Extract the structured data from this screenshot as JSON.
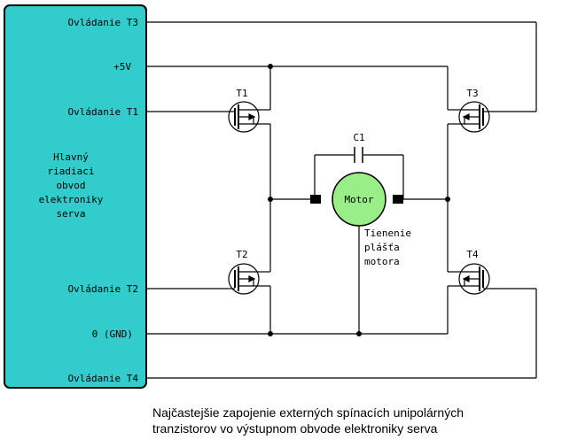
{
  "left_block": {
    "lines": [
      "Hlavný",
      "riadiaci",
      "obvod",
      "elektroniky",
      "serva"
    ]
  },
  "ports": {
    "ctrl_t3": "Ovládanie T3",
    "vcc": "+5V",
    "ctrl_t1": "Ovládanie T1",
    "ctrl_t2": "Ovládanie T2",
    "gnd": "0 (GND)",
    "ctrl_t4": "Ovládanie T4"
  },
  "components": {
    "t1": "T1",
    "t2": "T2",
    "t3": "T3",
    "t4": "T4",
    "c1": "C1",
    "motor": "Motor",
    "shield_lines": [
      "Tienenie",
      "plášťa",
      "motora"
    ]
  },
  "caption": {
    "line1": "Najčastejšie zapojenie externých spínacích unipolárných",
    "line2": "tranzistorov vo výstupnom obvode elektroniky serva"
  },
  "colors": {
    "block_fill": "#33cccc",
    "motor_fill": "#99ee88",
    "wire": "#000000",
    "background": "#ffffff"
  }
}
